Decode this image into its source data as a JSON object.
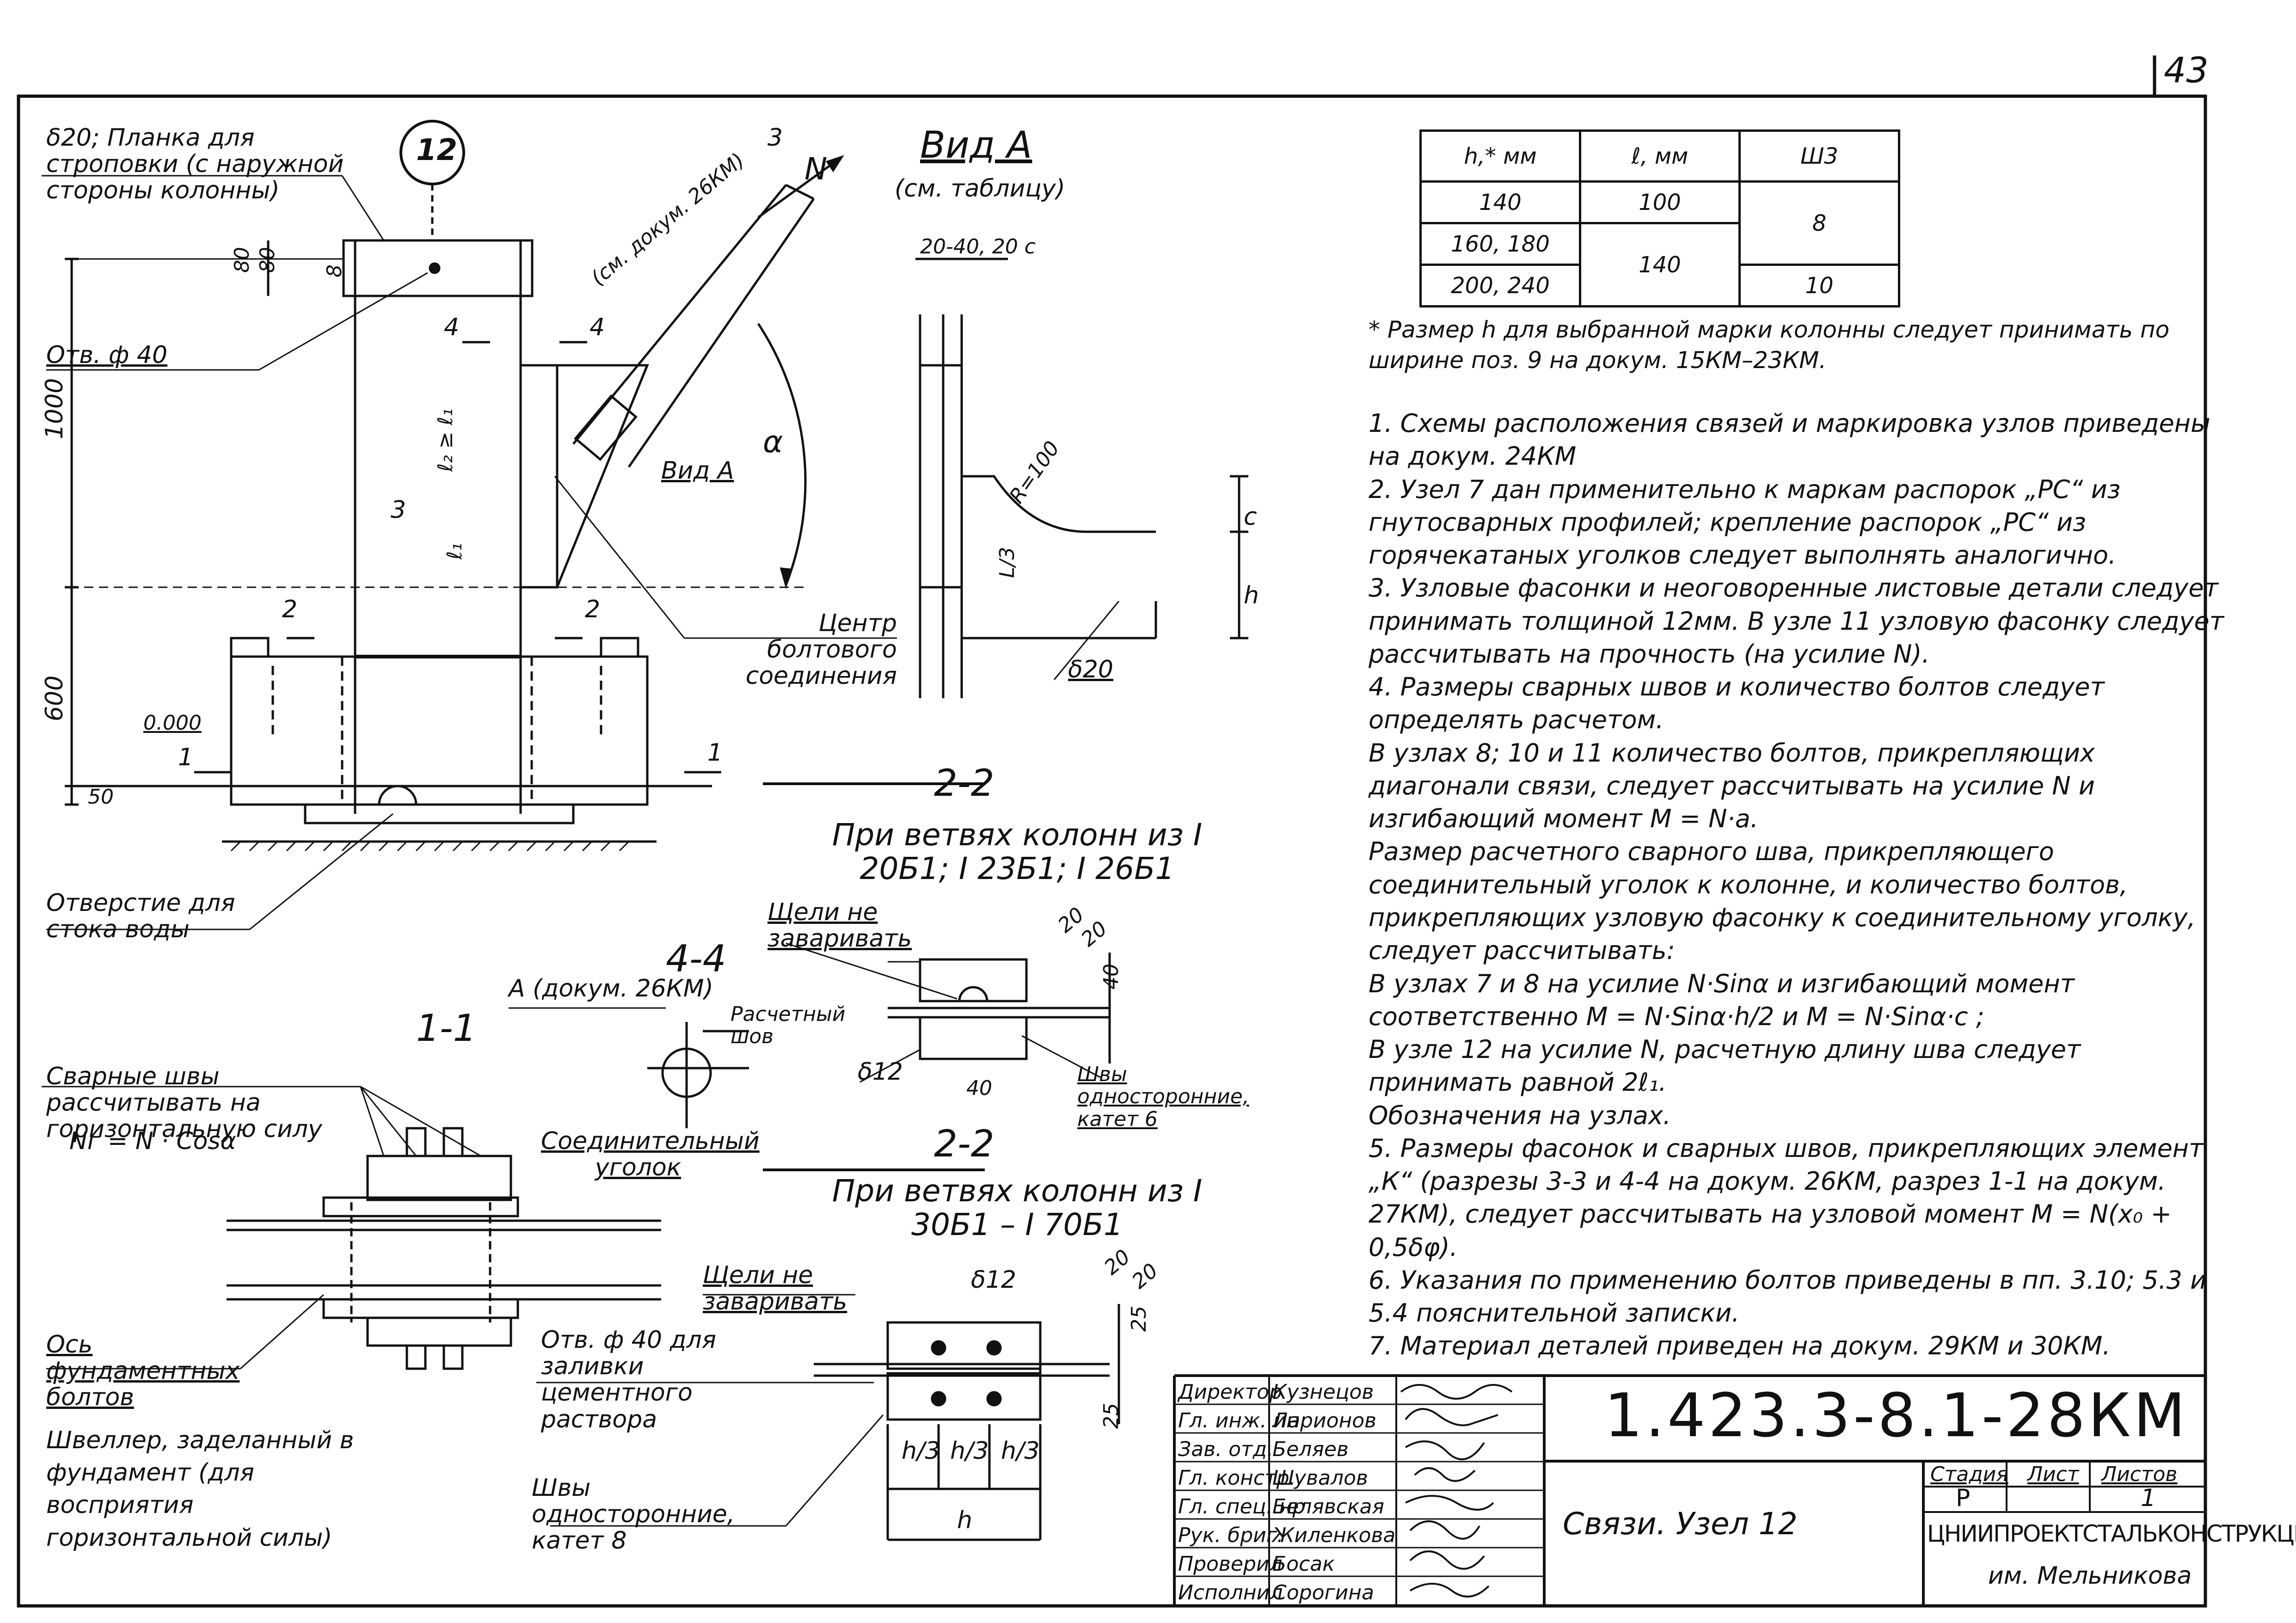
{
  "page_number": "43",
  "node": {
    "number": "12",
    "strap_label": "δ20; Планка для строповки (с наружной стороны колонны)",
    "hole_label": "Отв. ф 40",
    "dim_1000": "1000",
    "dim_600": "600",
    "dim_80a": "80",
    "dim_80b": "80",
    "dim_50": "50",
    "dim_8": "8",
    "level": "0.000",
    "section_4a": "4",
    "section_4b": "4",
    "section_2a": "2",
    "section_2b": "2",
    "section_1a": "1",
    "section_1b": "1",
    "section_3a": "3",
    "section_3b": "3",
    "force_n": "N",
    "doc_ref": "(см. докум. 26КМ)",
    "alpha": "α",
    "view_a": "Вид А",
    "e_ratio": "ℓ₂ ≥ ℓ₁",
    "e1": "ℓ₁",
    "bolt_center": "Центр болтового соединения",
    "drain_hole": "Отверстие для стока воды"
  },
  "view_a": {
    "title": "Вид А",
    "subtitle": "(см. таблицу)",
    "dim_top": "20-40, 20  c",
    "dim_r": "R=100",
    "dim_c": "c",
    "dim_h": "h",
    "dim_ls": "L/3",
    "delta": "δ20"
  },
  "table": {
    "headers": [
      "h,* мм",
      "ℓ, мм",
      "Ш3"
    ],
    "rows": [
      [
        "140",
        "100",
        "8"
      ],
      [
        "160, 180",
        "140",
        ""
      ],
      [
        "200, 240",
        "",
        "10"
      ]
    ],
    "footnote": "* Размер h для выбранной марки колонны следует принимать по ширине поз. 9 на докум. 15КМ–23КМ."
  },
  "notes": [
    "1. Схемы расположения связей и маркировка узлов приведены на докум. 24КМ",
    "2. Узел 7 дан применительно к маркам распорок „РС“ из гнутосварных профилей; крепление распорок „РС“ из горячекатаных уголков следует выполнять аналогично.",
    "3. Узловые фасонки и неоговоренные листовые детали следует принимать толщиной 12мм. В узле 11 узловую фасонку следует рассчитывать на прочность (на усилие N).",
    "4. Размеры сварных швов и количество болтов следует определять расчетом.",
    "В узлах 8; 10 и 11 количество болтов, прикрепляющих диагонали связи, следует рассчитывать на усилие N и изгибающий момент M = N·a.",
    "Размер расчетного сварного шва, прикрепляющего соединительный уголок к колонне, и количество болтов, прикрепляющих узловую фасонку к соединительному уголку, следует рассчитывать:",
    "В узлах 7 и 8 на усилие N·Sinα и изгибающий момент соответственно M = N·Sinα·h/2 и M = N·Sinα·c ;",
    "В узле 12 на усилие N, расчетную длину шва следует принимать равной 2ℓ₁.",
    "Обозначения на узлах.",
    "5. Размеры фасонок и сварных швов, прикрепляющих элемент „К“ (разрезы 3-3 и 4-4 на докум. 26КМ, разрез 1-1 на докум. 27КМ), следует рассчитывать на узловой момент M = N(x₀ + 0,5δφ).",
    "6. Указания по применению болтов приведены в пп. 3.10; 5.3 и 5.4 пояснительной записки.",
    "7. Материал деталей приведен на докум. 29КМ и 30КМ."
  ],
  "section_2_2a": {
    "title": "2-2",
    "caption": "При ветвях колонн из I 20Б1; I 23Б1; I 26Б1",
    "slot": "Щели не заваривать",
    "dim_20a": "20",
    "dim_20b": "20",
    "dim_40": "40",
    "dim_4o": "40",
    "delta": "δ12",
    "welds": "Швы односторонние, катет 6"
  },
  "section_2_2b": {
    "title": "2-2",
    "caption": "При ветвях колонн из I 30Б1 – I 70Б1",
    "slot": "Щели не заваривать",
    "delta": "δ12",
    "dim_20a": "20",
    "dim_20b": "20",
    "dim_25a": "25",
    "dim_25b": "25",
    "hole": "Отв. ф 40 для заливки цементного раствора",
    "welds": "Швы односторонние, катет 8",
    "h3": "h/3",
    "h": "h"
  },
  "section_4_4": {
    "title": "4-4",
    "ref": "А (докум. 26КМ)",
    "weld": "Расчетный шов",
    "angle": "Соединительный уголок"
  },
  "section_1_1": {
    "title": "1-1",
    "welds": "Сварные швы рассчитывать на горизонтальную силу",
    "formula": "Nг = N · Cosα",
    "axis": "Ось фундаментных болтов",
    "channel": "Швеллер, заделанный в фундамент (для восприятия горизонтальной силы)"
  },
  "title_block": {
    "code": "1.423.3-8.1-28КМ",
    "title": "Связи.  Узел 12",
    "stage_h": "Стадия",
    "sheet_h": "Лист",
    "sheets_h": "Листов",
    "stage": "Р",
    "sheet": "",
    "sheets": "1",
    "org": "ЦНИИПРОЕКТСТАЛЬКОНСТРУКЦИЯ",
    "org2": "им. Мельникова",
    "roles": [
      {
        "role": "Директор",
        "name": "Кузнецов"
      },
      {
        "role": "Гл. инж. ин",
        "name": "Ларионов"
      },
      {
        "role": "Зав. отд.",
        "name": "Беляев"
      },
      {
        "role": "Гл. констр.",
        "name": "Шувалов"
      },
      {
        "role": "Гл. спец. нр",
        "name": "Белявская"
      },
      {
        "role": "Рук. бриг.",
        "name": "Жиленкова"
      },
      {
        "role": "Проверил",
        "name": "Босак"
      },
      {
        "role": "Исполнил",
        "name": "Сорогина"
      }
    ]
  }
}
